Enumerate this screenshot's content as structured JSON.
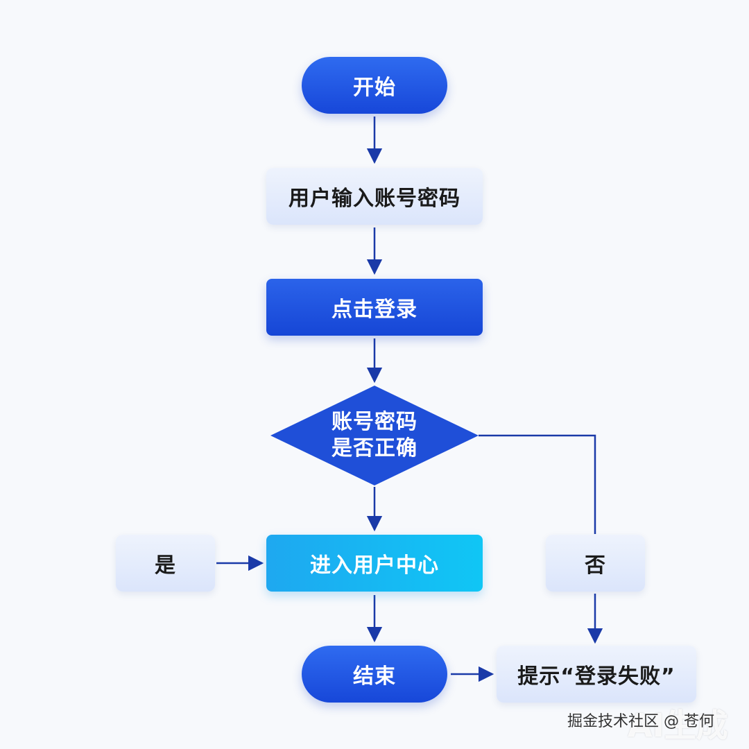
{
  "nodes": {
    "start": "开始",
    "input": "用户输入账号密码",
    "click_login": "点击登录",
    "decision_line1": "账号密码",
    "decision_line2": "是否正确",
    "yes": "是",
    "user_center": "进入用户中心",
    "no": "否",
    "end": "结束",
    "fail_prompt": "提示“登录失败”"
  },
  "watermark": {
    "text": "掘金技术社区 @ 苍何",
    "overlay": "AI生成"
  },
  "colors": {
    "connector": "#1a3aa8",
    "primary": "#1f50e0",
    "light": "#dfe8fc",
    "cyan": "#14b8f3"
  }
}
